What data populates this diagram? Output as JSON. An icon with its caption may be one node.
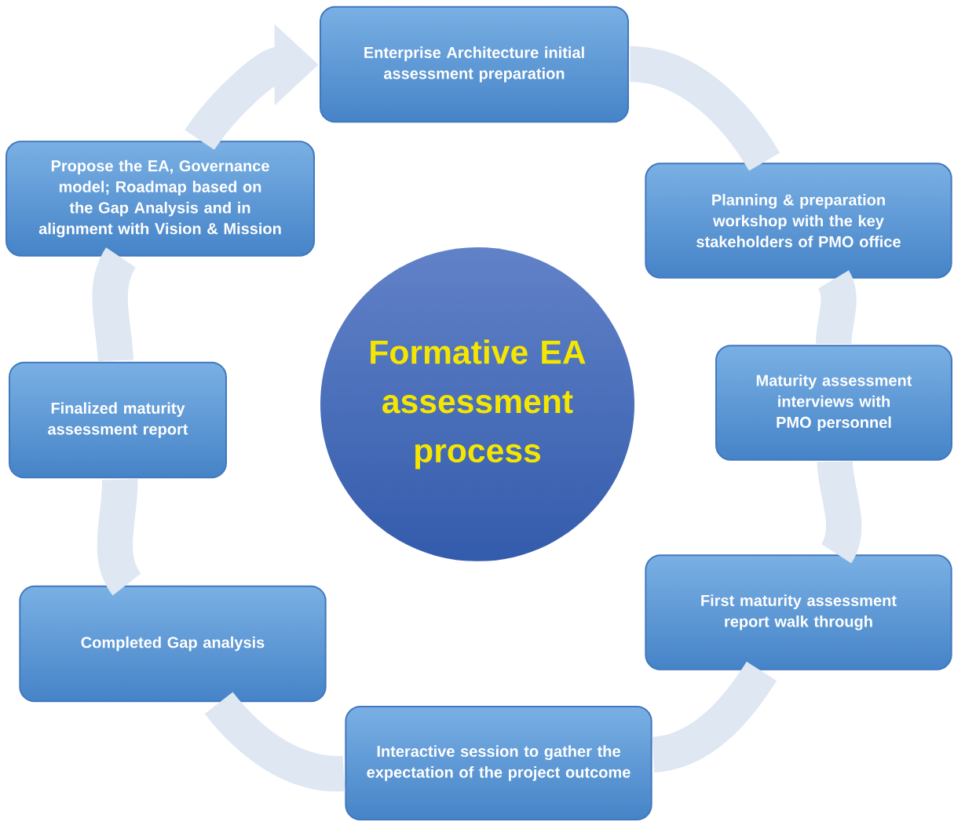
{
  "diagram": {
    "nodes": [
      {
        "text": [
          "Enterprise Architecture initial assessment preparation"
        ]
      },
      {
        "text": [
          "Planning & preparation workshop with the key stakeholders of PMO office"
        ]
      },
      {
        "text": [
          "Maturity assessment interviews with PMO personnel"
        ]
      },
      {
        "text": [
          "First maturity assessment report walk through"
        ]
      },
      {
        "text": [
          "Interactive session to gather the expectation of the project outcome"
        ]
      },
      {
        "text": [
          "Completed Gap analysis"
        ]
      },
      {
        "text": [
          "Finalized maturity assessment report"
        ]
      },
      {
        "text": [
          "Propose the EA, Governance model; Roadmap based on the Gap Analysis and in alignment with Vision & Mission"
        ]
      },
      {
        "text": [
          "Formative EA assessment process"
        ]
      }
    ],
    "edges": [
      {
        "from": 0,
        "to": 1,
        "arrow": "none"
      },
      {
        "from": 1,
        "to": 2,
        "arrow": "none"
      },
      {
        "from": 2,
        "to": 3,
        "arrow": "none"
      },
      {
        "from": 3,
        "to": 4,
        "arrow": "none"
      },
      {
        "from": 4,
        "to": 5,
        "arrow": "none"
      },
      {
        "from": 5,
        "to": 6,
        "arrow": "none"
      },
      {
        "from": 6,
        "to": 7,
        "arrow": "none"
      },
      {
        "from": 7,
        "to": 0,
        "arrow": "to"
      }
    ]
  }
}
